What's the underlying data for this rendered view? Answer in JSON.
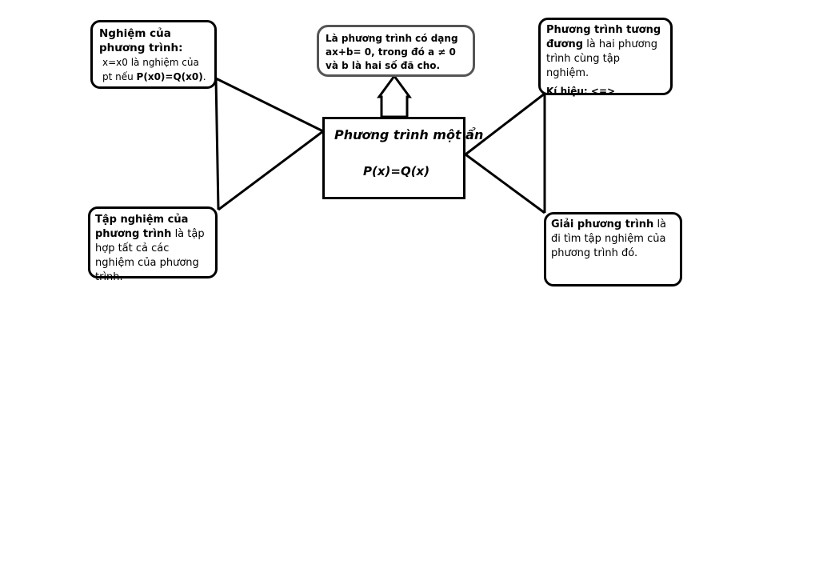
{
  "diagram": {
    "center": {
      "title": "Phương trình một ẩn",
      "formula": "P(x)=Q(x)"
    },
    "top_center": {
      "text": "Là phương trình có dạng ax+b= 0, trong đó a ≠ 0 và b là hai số đã cho."
    },
    "top_left": {
      "heading": "Nghiệm của phương trình:",
      "text_prefix": "x=x0 là nghiệm của pt nếu ",
      "text_bold": "P(x0)=Q(x0)",
      "text_suffix": "."
    },
    "bottom_left": {
      "term": "Tập nghiệm của phương trình",
      "definition": " là tập hợp tất cả các nghiệm của phương trình."
    },
    "top_right": {
      "term": "Phương trình tương đương",
      "definition": " là hai phương trình cùng tập nghiệm.",
      "notation": "Kí hiệu: <=>"
    },
    "bottom_right": {
      "term": "Giải phương trình",
      "definition": " là đi tìm tập nghiệm của phương trình đó."
    }
  }
}
